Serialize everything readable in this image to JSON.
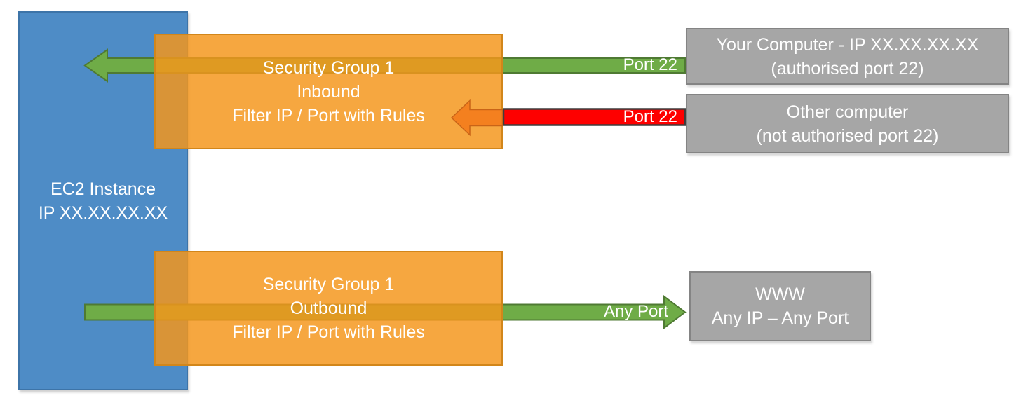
{
  "colors": {
    "canvas-bg": "#FFFFFF",
    "ec2-blue": "#4E8CC6",
    "ec2-blue-border": "#3D74A8",
    "sg-orange": "rgba(244,150,28,0.84)",
    "sg-orange-border": "#D2861A",
    "allow-green": "#6FAC47",
    "allow-green-border": "#4F7A33",
    "deny-red": "#FE0000",
    "deny-red-border": "#3E3E3E",
    "blocked-orange": "#F4801F",
    "blocked-orange-border": "#C96417",
    "endpoint-gray": "#A6A6A6",
    "endpoint-gray-border": "#848484"
  },
  "ec2": {
    "line1": "EC2 Instance",
    "line2": "IP XX.XX.XX.XX"
  },
  "sg_inbound": {
    "line1": "Security Group 1",
    "line2": "Inbound",
    "line3": "Filter IP / Port with Rules"
  },
  "sg_outbound": {
    "line1": "Security Group 1",
    "line2": "Outbound",
    "line3": "Filter IP / Port with Rules"
  },
  "your_computer": {
    "line1": "Your Computer - IP XX.XX.XX.XX",
    "line2": "(authorised port 22)"
  },
  "other_computer": {
    "line1": "Other computer",
    "line2": "(not authorised port 22)"
  },
  "www": {
    "line1": "WWW",
    "line2": "Any IP – Any Port"
  },
  "flow_labels": {
    "inbound_allowed": "Port 22",
    "inbound_blocked": "Port 22",
    "outbound": "Any Port"
  }
}
